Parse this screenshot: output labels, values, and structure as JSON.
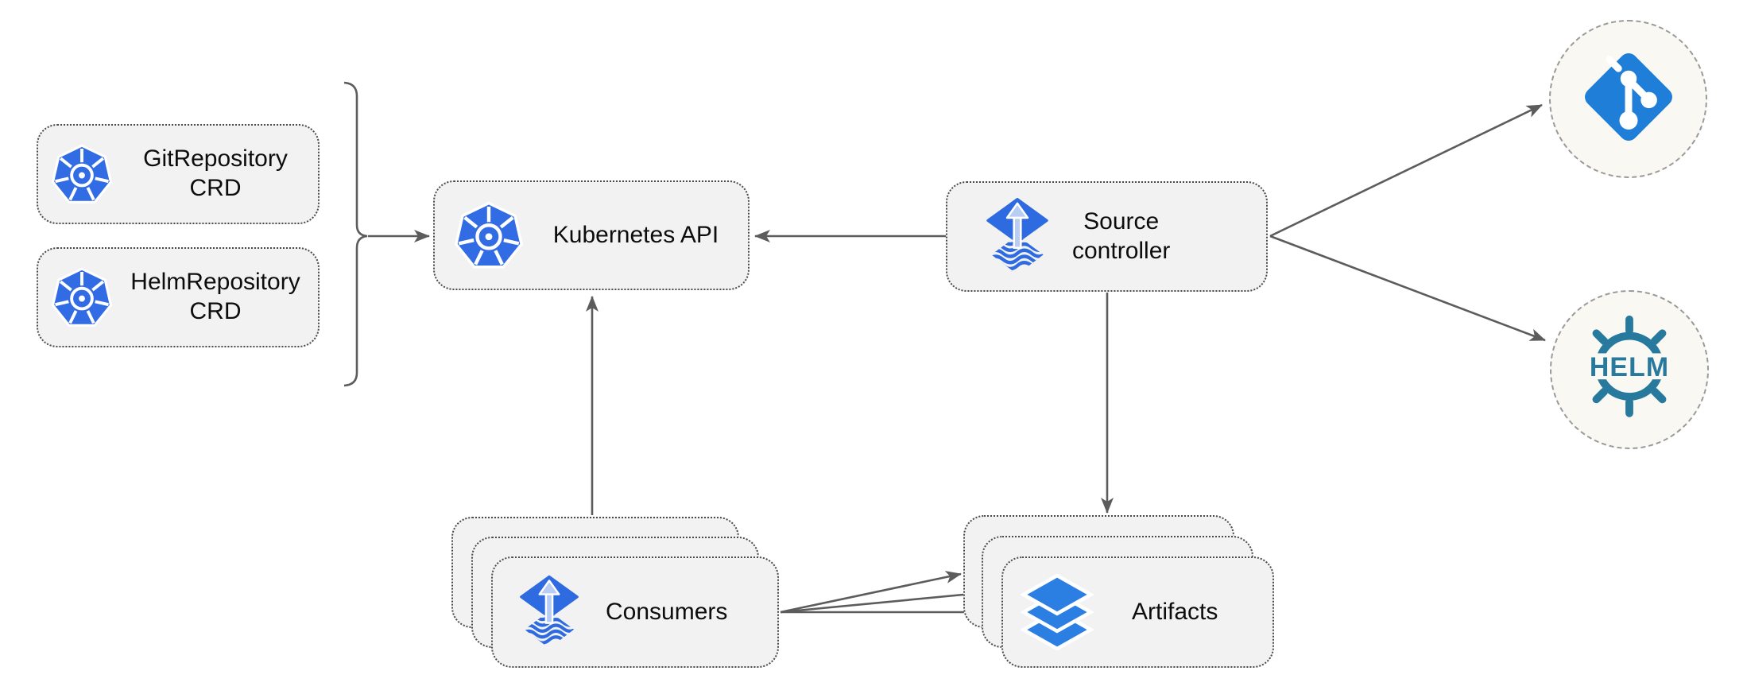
{
  "diagram": {
    "description": "Flux source-controller architecture diagram",
    "nodes": {
      "gitrepo_crd": {
        "line1": "GitRepository",
        "line2": "CRD",
        "icon": "kubernetes-icon"
      },
      "helmrepo_crd": {
        "line1": "HelmRepository",
        "line2": "CRD",
        "icon": "kubernetes-icon"
      },
      "k8s_api": {
        "label": "Kubernetes API",
        "icon": "kubernetes-icon"
      },
      "source_controller": {
        "line1": "Source",
        "line2": "controller",
        "icon": "flux-icon"
      },
      "consumers": {
        "label": "Consumers",
        "icon": "flux-icon",
        "stack_count": 3
      },
      "artifacts": {
        "label": "Artifacts",
        "icon": "layers-icon",
        "stack_count": 3
      },
      "git": {
        "icon": "git-icon"
      },
      "helm": {
        "icon": "helm-icon",
        "label": "HELM"
      }
    },
    "edges": [
      {
        "from": "gitrepo_crd+helmrepo_crd",
        "to": "k8s_api",
        "style": "bracket-arrow"
      },
      {
        "from": "source_controller",
        "to": "k8s_api"
      },
      {
        "from": "consumers",
        "to": "k8s_api"
      },
      {
        "from": "source_controller",
        "to": "artifacts"
      },
      {
        "from": "source_controller",
        "to": "git"
      },
      {
        "from": "source_controller",
        "to": "helm"
      },
      {
        "from": "consumers",
        "to": "artifacts",
        "count": 3
      }
    ],
    "colors": {
      "kubernetes_blue": "#326ce5",
      "flux_blue": "#2f6be0",
      "flux_arrow_light": "#b9cdf4",
      "git_blue": "#1f7ed7",
      "helm_teal": "#277a9e",
      "layers_blue": "#2b7fe3",
      "node_fill": "#f2f2f2",
      "node_border": "#4a4a4a",
      "arrow": "#5c5c5c",
      "circle_fill": "#faf8f3",
      "circle_border": "#9a9a9a",
      "text": "#0d0d0d"
    }
  }
}
